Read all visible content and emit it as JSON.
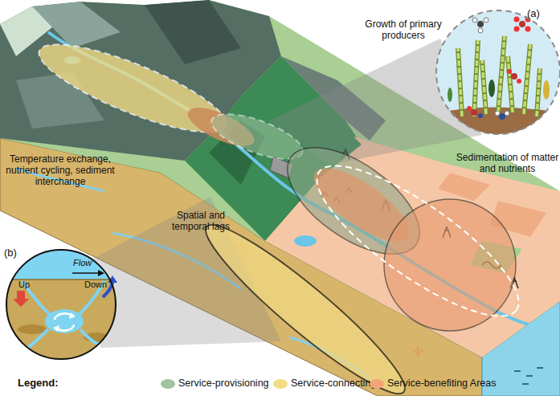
{
  "diagram": {
    "nodes": [
      {
        "text": [
          "(a)"
        ]
      },
      {
        "text": [
          "(b)",
          "Flow",
          "Up",
          "Down"
        ]
      }
    ],
    "labels": [
      "Growth of primary producers",
      "Sedimentation of matter and nutrients",
      "Temperature exchange, nutrient cycling, sediment interchange",
      "Spatial and temporal lags",
      "Legend:"
    ],
    "legend": [
      {
        "text": "Service-provisioning",
        "color": "#9fc49f"
      },
      {
        "text": "Service-connecting",
        "color": "#f3dc85"
      },
      {
        "text": "Service-benefiting Areas",
        "color": "#f2a57a"
      }
    ]
  }
}
